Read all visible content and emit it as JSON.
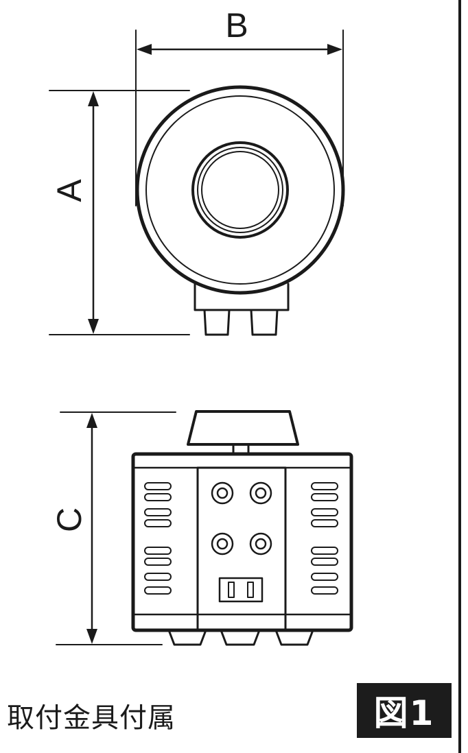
{
  "dimensions": {
    "width_label": "B",
    "height_label": "A",
    "depth_label": "C"
  },
  "caption": "取付金具付属",
  "figure_label": "図1"
}
